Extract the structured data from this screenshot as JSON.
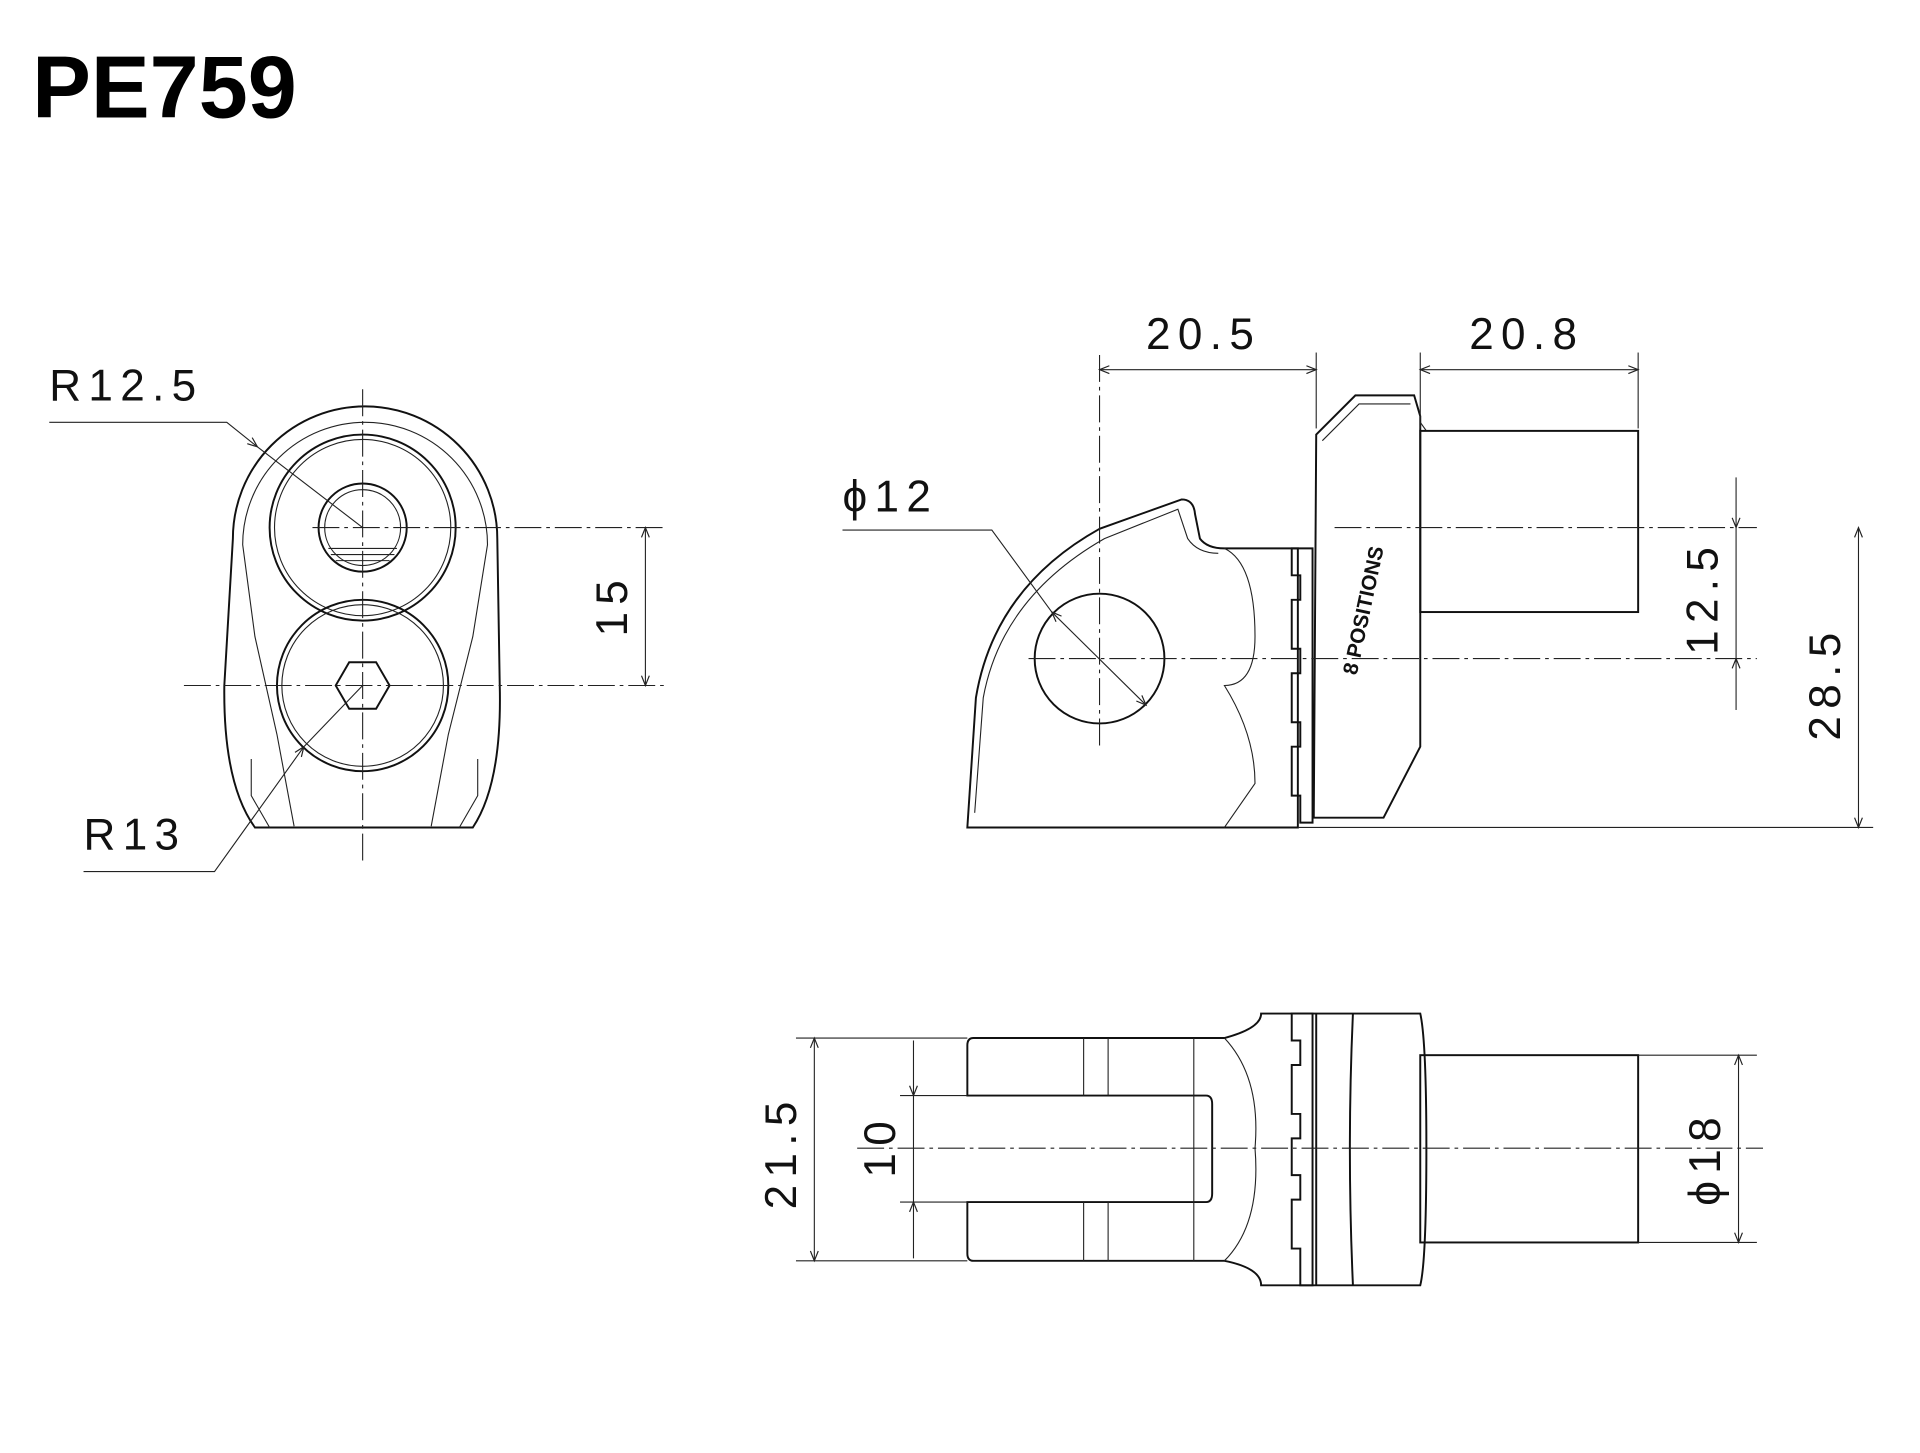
{
  "title": "PE759",
  "front_view": {
    "radius_top": "R12.5",
    "radius_bottom": "R13",
    "height_dim": "15"
  },
  "side_view": {
    "bore": "ϕ12",
    "width_left": "20.5",
    "width_right": "20.8",
    "offset": "12.5",
    "height": "28.5",
    "adjuster_label": "8 POSITIONS"
  },
  "top_view": {
    "outer_width": "21.5",
    "slot_width": "10",
    "peg_diameter": "ϕ18"
  }
}
